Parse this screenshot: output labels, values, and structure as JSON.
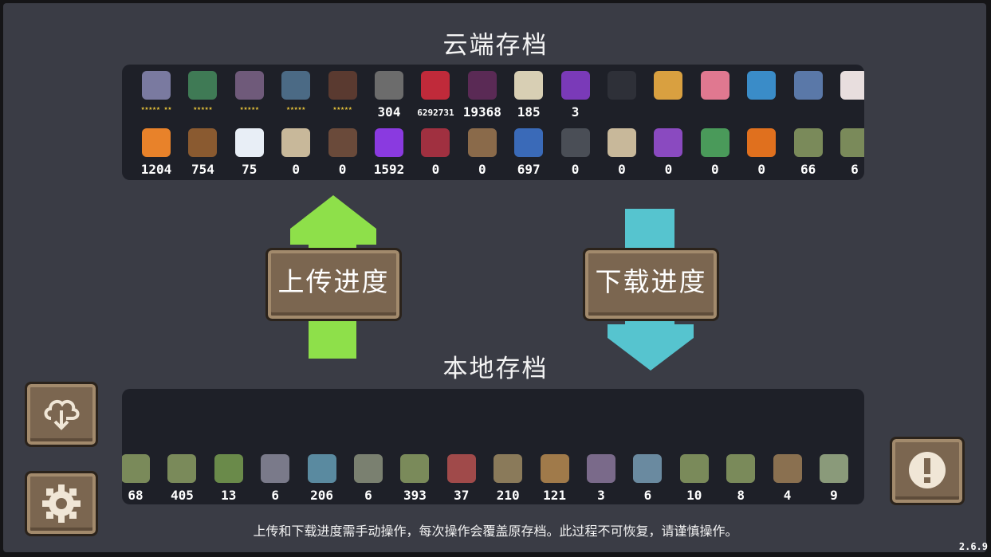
{
  "cloud_save": {
    "title": "云端存档",
    "row1": [
      {
        "icon": "knight-character-sprite",
        "value": "★★★★★ ★★",
        "color": "#7a7aa0",
        "stars": true
      },
      {
        "icon": "green-cabinet-sprite",
        "value": "★★★★★",
        "color": "#3f7a55",
        "stars": true
      },
      {
        "icon": "purple-book-sprite",
        "value": "★★★★★",
        "color": "#6f5a7a",
        "stars": true
      },
      {
        "icon": "stone-pot-sprite",
        "value": "★★★★★",
        "color": "#4b6a85",
        "stars": true
      },
      {
        "icon": "potted-sprout-sprite",
        "value": "★★★★★",
        "color": "#5a3a30",
        "stars": true
      },
      {
        "icon": "pistol-sprite",
        "value": "304",
        "color": "#6c6c6c"
      },
      {
        "icon": "red-slime-sprite",
        "value": "6292731",
        "color": "#c02a3a",
        "small": true
      },
      {
        "icon": "dark-dragon-sprite",
        "value": "19368",
        "color": "#5a2a55"
      },
      {
        "icon": "scroll-card-sprite",
        "value": "185",
        "color": "#d8cfb4"
      },
      {
        "icon": "purple-helmet-sprite",
        "value": "3",
        "color": "#7a3ab8"
      },
      {
        "icon": "black-cat-sprite",
        "value": "",
        "color": "#2e3038"
      },
      {
        "icon": "orange-cat-sprite",
        "value": "",
        "color": "#d9a040"
      },
      {
        "icon": "pink-pig-sprite",
        "value": "",
        "color": "#e07890"
      },
      {
        "icon": "blue-slime-sprite",
        "value": "",
        "color": "#3a8cc8"
      },
      {
        "icon": "robot-sprite",
        "value": "",
        "color": "#5a78a8"
      },
      {
        "icon": "white-bunny-sprite",
        "value": "",
        "color": "#e8dede"
      }
    ],
    "row2": [
      {
        "icon": "fire-crystal-sprite",
        "value": "1204",
        "color": "#e8822a"
      },
      {
        "icon": "wood-log-sprite",
        "value": "754",
        "color": "#8a5a30"
      },
      {
        "icon": "white-feather-sprite",
        "value": "75",
        "color": "#e8eef6"
      },
      {
        "icon": "parchment-sprite",
        "value": "0",
        "color": "#c8b89a"
      },
      {
        "icon": "blueprint-sprite",
        "value": "0",
        "color": "#6a4a3a"
      },
      {
        "icon": "purple-crystal-sprite",
        "value": "1592",
        "color": "#8a3ae0"
      },
      {
        "icon": "machine-part-sprite",
        "value": "0",
        "color": "#a03040"
      },
      {
        "icon": "potion-jar-sprite",
        "value": "0",
        "color": "#8a6a4a"
      },
      {
        "icon": "blue-scarf-sprite",
        "value": "697",
        "color": "#3a6ab8"
      },
      {
        "icon": "gray-tablet-sprite",
        "value": "0",
        "color": "#4a4e56"
      },
      {
        "icon": "parchment-sprite",
        "value": "0",
        "color": "#c8b89a"
      },
      {
        "icon": "rainbow-plant-sprite",
        "value": "0",
        "color": "#8a4ac0"
      },
      {
        "icon": "green-block-sprite",
        "value": "0",
        "color": "#4a9a5a"
      },
      {
        "icon": "carrot-sprite",
        "value": "0",
        "color": "#e0701e"
      },
      {
        "icon": "seed-bag-sprite",
        "value": "66",
        "color": "#7a8a5a"
      },
      {
        "icon": "seed-bag-sprite",
        "value": "6",
        "color": "#7a8a5a"
      }
    ]
  },
  "upload_button": "上传进度",
  "download_button": "下载进度",
  "local_save": {
    "title": "本地存档",
    "row": [
      {
        "icon": "seed-bag-blue-flower-sprite",
        "value": "68",
        "color": "#7a8a5a"
      },
      {
        "icon": "seed-bag-sprite",
        "value": "405",
        "color": "#7a8a5a"
      },
      {
        "icon": "seed-bag-green-sprite",
        "value": "13",
        "color": "#6a8a4a"
      },
      {
        "icon": "seed-bag-purple-sprite",
        "value": "6",
        "color": "#7a7a8a"
      },
      {
        "icon": "seed-bag-blue-sprite",
        "value": "206",
        "color": "#5a8aa0"
      },
      {
        "icon": "seed-bag-gray-sprite",
        "value": "6",
        "color": "#7a8070"
      },
      {
        "icon": "seed-bag-sprite",
        "value": "393",
        "color": "#7a8a5a"
      },
      {
        "icon": "seed-bag-red-sprite",
        "value": "37",
        "color": "#a04a4a"
      },
      {
        "icon": "seed-bag-brown-sprite",
        "value": "210",
        "color": "#8a7a5a"
      },
      {
        "icon": "seed-bag-orange-sprite",
        "value": "121",
        "color": "#a07a4a"
      },
      {
        "icon": "seed-bag-purple-sprite",
        "value": "3",
        "color": "#7a6a8a"
      },
      {
        "icon": "seed-bag-blue-sprite",
        "value": "6",
        "color": "#6a8aa0"
      },
      {
        "icon": "seed-bag-sprite",
        "value": "10",
        "color": "#7a8a5a"
      },
      {
        "icon": "seed-bag-sprite",
        "value": "8",
        "color": "#7a8a5a"
      },
      {
        "icon": "seed-bag-root-sprite",
        "value": "4",
        "color": "#8a7050"
      },
      {
        "icon": "seed-bag-white-flower-sprite",
        "value": "9",
        "color": "#8a9a7a"
      }
    ]
  },
  "notice": "上传和下载进度需手动操作，每次操作会覆盖原存档。此过程不可恢复，请谨慎操作。",
  "version": "2.6.9",
  "colors": {
    "upload_arrow": "#8ee04a",
    "download_arrow": "#56c4cf",
    "wood": "#7b6650"
  }
}
